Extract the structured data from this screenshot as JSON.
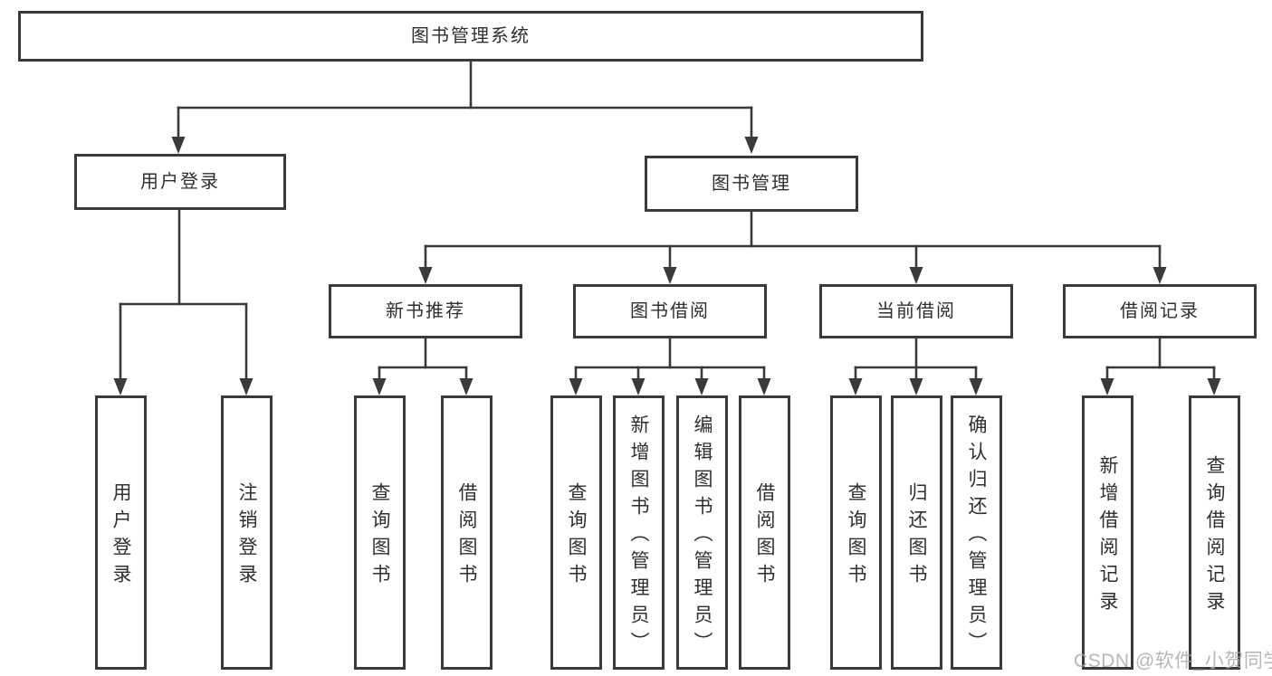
{
  "diagram": {
    "type": "tree",
    "title": "图书管理系统",
    "colors": {
      "line": "#3a3a3a",
      "box_border": "#3a3a3a",
      "text": "#2f2f2f",
      "background": "#ffffff",
      "watermark": "#aaaaaa"
    },
    "root": {
      "label": "图书管理系统",
      "children": [
        {
          "label": "用户登录",
          "children": [
            {
              "label": "用户登录"
            },
            {
              "label": "注销登录"
            }
          ]
        },
        {
          "label": "图书管理",
          "children": [
            {
              "label": "新书推荐",
              "children": [
                {
                  "label": "查询图书"
                },
                {
                  "label": "借阅图书"
                }
              ]
            },
            {
              "label": "图书借阅",
              "children": [
                {
                  "label": "查询图书"
                },
                {
                  "label": "新增图书（管理员）"
                },
                {
                  "label": "编辑图书（管理员）"
                },
                {
                  "label": "借阅图书"
                }
              ]
            },
            {
              "label": "当前借阅",
              "children": [
                {
                  "label": "查询图书"
                },
                {
                  "label": "归还图书"
                },
                {
                  "label": "确认归还（管理员）"
                }
              ]
            },
            {
              "label": "借阅记录",
              "children": [
                {
                  "label": "新增借阅记录"
                },
                {
                  "label": "查询借阅记录"
                }
              ]
            }
          ]
        }
      ]
    },
    "watermark": "CSDN @软件_小贺同学"
  }
}
